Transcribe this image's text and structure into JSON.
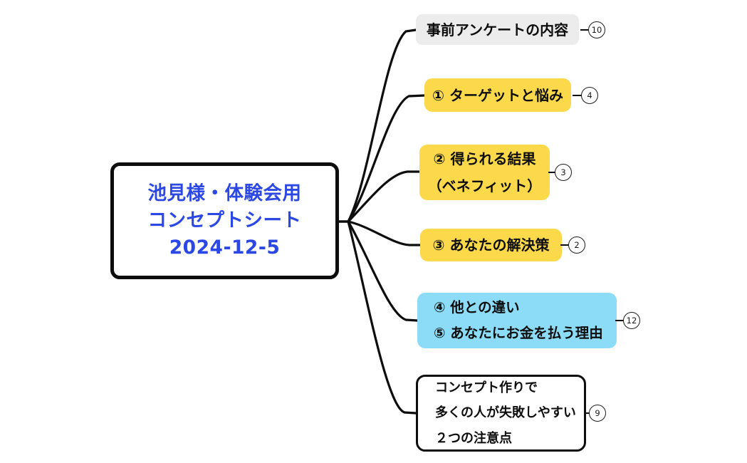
{
  "diagram": {
    "type": "mindmap",
    "background_color": "#ffffff",
    "root": {
      "lines": [
        "池見様・体験会用",
        "コンセプトシート",
        "2024-12-5"
      ],
      "text_color": "#2b47e4",
      "border_color": "#0d0d0d",
      "fill_color": "#ffffff"
    },
    "branches": [
      {
        "id": "survey",
        "lines": [
          "事前アンケートの内容"
        ],
        "badge": "10",
        "fill_color": "#ececec",
        "style": "filled-gray"
      },
      {
        "id": "target",
        "lines": [
          "① ターゲットと悩み"
        ],
        "badge": "4",
        "fill_color": "#fbd94b",
        "style": "filled-yellow"
      },
      {
        "id": "benefit",
        "lines": [
          "② 得られる結果",
          "（ベネフィット）"
        ],
        "badge": "3",
        "fill_color": "#fbd94b",
        "style": "filled-yellow"
      },
      {
        "id": "solution",
        "lines": [
          "③ あなたの解決策"
        ],
        "badge": "2",
        "fill_color": "#fbd94b",
        "style": "filled-yellow"
      },
      {
        "id": "difference",
        "lines": [
          "④ 他との違い",
          "⑤ あなたにお金を払う理由"
        ],
        "badge": "12",
        "fill_color": "#8cdcf7",
        "style": "filled-cyan"
      },
      {
        "id": "caution",
        "lines": [
          "コンセプト作りで",
          "多くの人が失敗しやすい",
          "２つの注意点"
        ],
        "badge": "9",
        "fill_color": "#ffffff",
        "style": "outlined"
      }
    ]
  }
}
